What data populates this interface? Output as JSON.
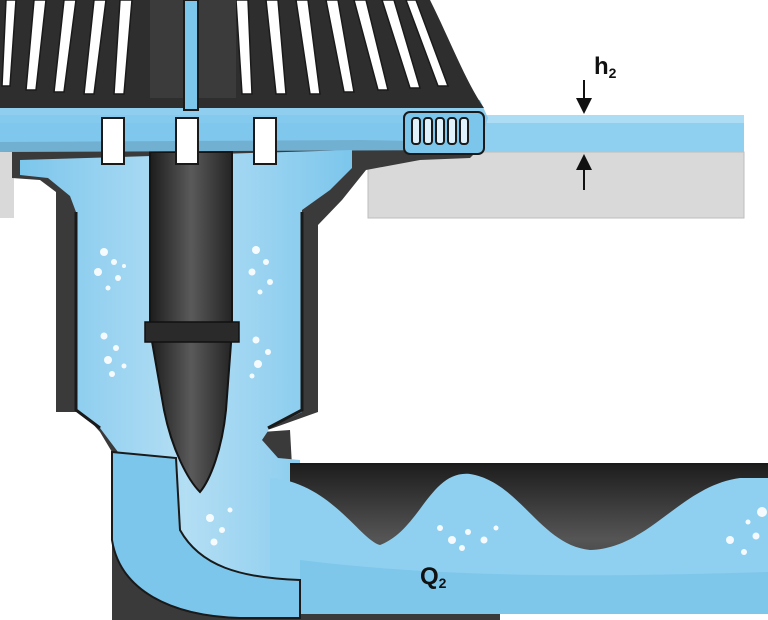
{
  "labels": {
    "h2": {
      "main": "h",
      "sub": "2"
    },
    "q2": {
      "main": "Q",
      "sub": "2"
    }
  },
  "colors": {
    "water": "#8fd0f0",
    "water_light": "#b8e2f6",
    "water_deep": "#6dbde6",
    "dark_body": "#2b2b2b",
    "body_mid": "#4a4a4a",
    "roof_slab": "#d9d9d9",
    "outline": "#1a1a1a",
    "bubble": "#ffffff"
  }
}
